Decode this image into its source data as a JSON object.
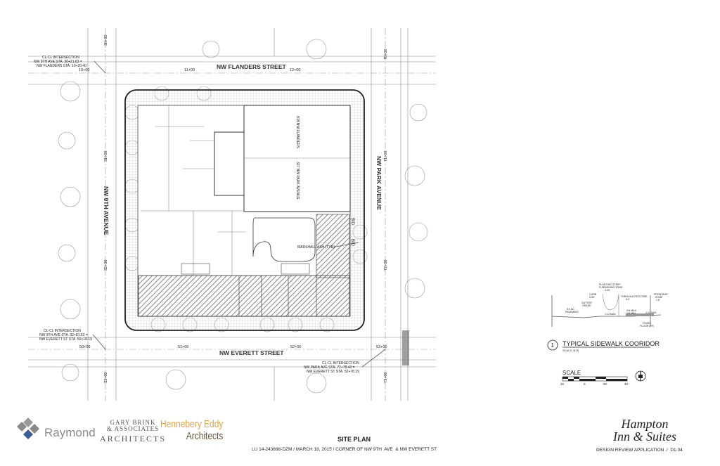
{
  "drawing": {
    "streets": {
      "north": "NW FLANDERS STREET",
      "south": "NW EVERETT STREET",
      "west": "NW 9TH AVENUE",
      "east": "NW PARK AVENUE"
    },
    "stations_north": [
      "10+00",
      "11+00",
      "12+00"
    ],
    "stations_south": [
      "50+00",
      "51+00",
      "52+00",
      "53+00"
    ],
    "stations_west": [
      "30+00",
      "31+00",
      "32+00",
      "33+00"
    ],
    "stations_east": [
      "70+00",
      "71+00",
      "72+00",
      "73+00"
    ],
    "intersections": [
      [
        "CL-CL INTERSECTION",
        "NW 9TH AVE STA. 30+21.63 =",
        "NW FLANDERS STA. 10+20.40"
      ],
      [
        "CL-CL INTERSECTION",
        "NW 9TH AVE STA. 32+81.63 =",
        "NW EVERETT ST STA. 50+18.19"
      ],
      [
        "CL-CL INTERSECTION",
        "NW PARK AVE STA. 72+78.40 =",
        "NW EVERETT ST STA. 52+78.19"
      ]
    ],
    "parcels": [
      "818 NW FLANDERS",
      "327 NW PARK AVENUE"
    ],
    "tree_note": "MARSHALL ASH (TYP.)",
    "bid_labels": [
      "BID",
      "BID"
    ]
  },
  "detail": {
    "number": "1",
    "title": "TYPICAL SIDEWALK COORIDOR",
    "scale_note": "SCALE: NTS",
    "labels": [
      "PLANTING STRIP/",
      "FURNISHING ZONE",
      "4.00'",
      "CURB",
      "0.50'",
      "THROUGH PED ZONE",
      "6.0'",
      "FRONTAGE",
      "ZONE",
      "1.5'",
      "GUTTER",
      "GRADE",
      "EX AC",
      "PAVEMENT",
      "1:12 MAX",
      "2% MAX",
      "1% MIN",
      "1:12 MAX",
      "FINISH",
      "FLOOR (FF)"
    ]
  },
  "scale_bar": {
    "title": "SCALE",
    "ticks": [
      "20",
      "0",
      "20",
      "40"
    ],
    "north_arrow_icon": "north-arrow-icon"
  },
  "footer": {
    "logos": {
      "raymond": "Raymond",
      "gary_brink": [
        "GARY BRINK",
        "& ASSOCIATES",
        "ARCHITECTS"
      ],
      "hennebery": [
        "Hennebery Eddy",
        "Architects"
      ],
      "hampton": [
        "Hampton",
        "Inn & Suites"
      ]
    },
    "title": "SITE PLAN",
    "subtitle": "LU 14-243698-DZM / MARCH 18, 2015 / CORNER OF NW 9TH  AVE  & NW EVERETT ST",
    "sheet": "DESIGN REVIEW APPLICATION  /  D1.04"
  },
  "colors": {
    "raymond_gray": "#8a8a8a",
    "raymond_blue": "#3b5f9a",
    "hennebery_orange": "#e8a040",
    "line": "#555555"
  }
}
